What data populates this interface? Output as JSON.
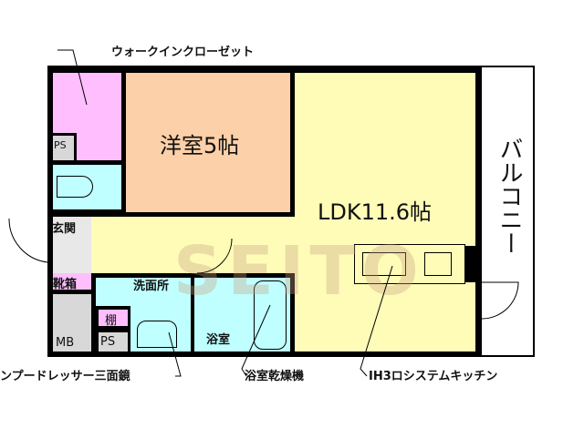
{
  "rooms": {
    "western": "洋室5帖",
    "ldk": "LDK11.6帖",
    "balcony": "バルコニー",
    "entrance": "玄関",
    "shoe_box": "靴箱",
    "washroom": "洗面所",
    "bathroom": "浴室",
    "shelf": "棚",
    "ps_closet": "PS",
    "ps_bath": "PS",
    "mb": "MB"
  },
  "callouts": {
    "walk_in_closet": "ウォークインクローゼット",
    "dresser": "ンプードレッサー三面鏡",
    "bath_dryer": "浴室乾燥機",
    "kitchen": "IH3ロシステムキッチン"
  },
  "watermark": "SEITO",
  "colors": {
    "closet": "#ffbfff",
    "wet_area": "#bfffff",
    "western": "#fcd0a8",
    "ldk": "#fffcb8",
    "storage": "#d8d8d8",
    "wall": "#000000"
  }
}
